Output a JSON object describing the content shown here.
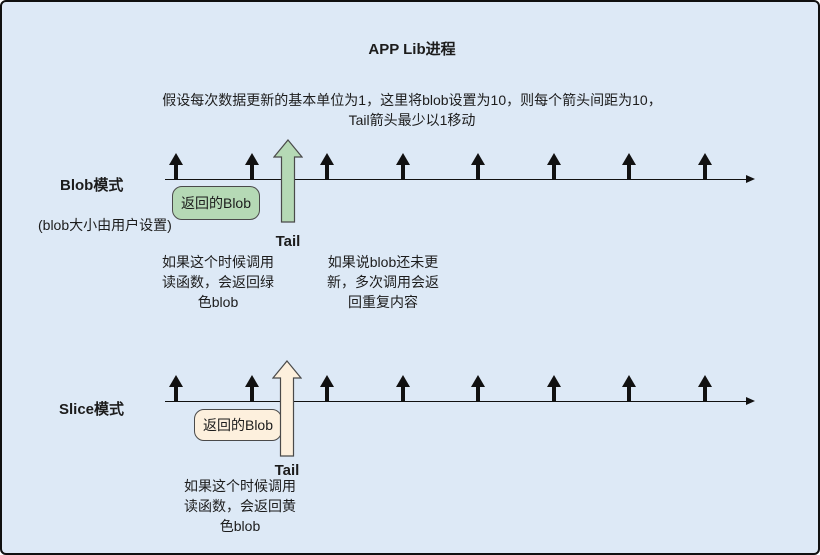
{
  "colors": {
    "background": "#dde9f6",
    "outline": "#4a4a4a",
    "green_fill": "#b5d9b5",
    "cream_fill": "#fdf0dd",
    "line_color": "#111111",
    "text_color": "#1c1c1c"
  },
  "title": "APP Lib进程",
  "subtitle_line1": "假设每次数据更新的基本单位为1，这里将blob设置为10，则每个箭头间距为10，",
  "subtitle_line2": "Tail箭头最少以1移动",
  "blob_section": {
    "label": "Blob模式",
    "sublabel": "(blob大小由用户设置)",
    "box_label": "返回的Blob",
    "tail_label": "Tail",
    "note_left": "如果这个时候调用\n读函数，会返回绿\n色blob",
    "note_right": "如果说blob还未更\n新，多次调用会返\n回重复内容",
    "tick_count": 8
  },
  "slice_section": {
    "label": "Slice模式",
    "box_label": "返回的Blob",
    "tail_label": "Tail",
    "note": "如果这个时候调用\n读函数，会返回黄\n色blob",
    "tick_count": 8
  }
}
